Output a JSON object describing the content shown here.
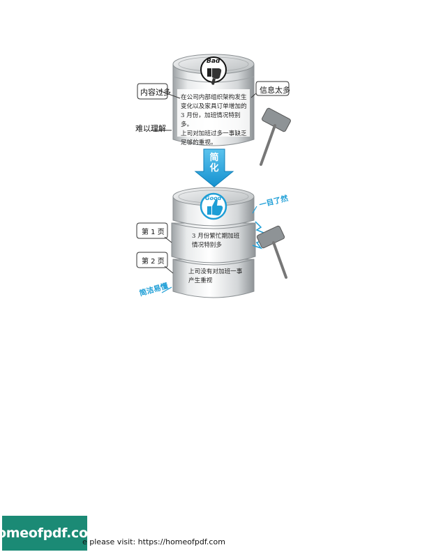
{
  "top": {
    "badge": "Bad",
    "body_lines": [
      "在公司内部组织架构发生",
      "变化以及家具订单增加的",
      "3 月份，加班情况特别多。",
      "上司对加班过多一事缺乏",
      "足够的重视。"
    ],
    "callout_left_1": "内容过多",
    "callout_left_2": "难以理解",
    "callout_right": "信息太多"
  },
  "arrow": {
    "line1": "简",
    "line2": "化"
  },
  "bottom": {
    "badge": "Good",
    "page1_label": "第 1 页",
    "page1_lines": [
      "3 月份繁忙期加班",
      "情况特别多"
    ],
    "page2_label": "第 2 页",
    "page2_lines": [
      "上司没有对加班一事",
      "产生重视"
    ],
    "callout_right": "一目了然",
    "callout_left": "简洁易懂"
  },
  "footer": {
    "logo": "homeofpdf.com",
    "text": "e please visit: https://homeofpdf.com"
  },
  "colors": {
    "accent_blue": "#1e9ed6",
    "logo_green": "#1b8a75",
    "cylinder_gray": "#c9ccce"
  }
}
